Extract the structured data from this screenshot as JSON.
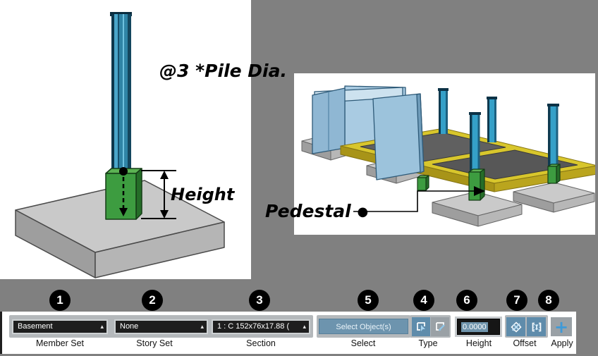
{
  "figures": {
    "pedestal_detail": {
      "pile_note": "@3 *Pile Dia.",
      "height_label": "Height"
    },
    "model_view": {
      "pedestal_label": "Pedestal",
      "bullet": "●"
    }
  },
  "toolbar": {
    "member_set": {
      "callout": "1",
      "value": "Basement",
      "label": "Member Set",
      "arrow": "▴"
    },
    "story_set": {
      "callout": "2",
      "value": "None",
      "label": "Story Set",
      "arrow": "▴"
    },
    "section": {
      "callout": "3",
      "value": "1 : C 152x76x17.88 (",
      "label": "Section",
      "arrow": "▴"
    },
    "select": {
      "callout": "5",
      "value": "Select Object(s)",
      "label": "Select"
    },
    "type": {
      "callout": "4",
      "label": "Type"
    },
    "height": {
      "callout": "6",
      "value": "0.0000",
      "label": "Height"
    },
    "offset": {
      "callout": "7",
      "label": "Offset"
    },
    "apply": {
      "callout": "8",
      "label": "Apply",
      "plus": "+"
    }
  },
  "colors": {
    "background": "#808080",
    "panel": "#ffffff",
    "select_button": "#6d94ae",
    "active_button": "#5f8cab",
    "pedestal_green": "#3d9c40",
    "column_blue": "#2f84a6",
    "beam_yellow": "#d8c62c",
    "footing_gray": "#c9c9c9",
    "callout_bg": "#000000"
  }
}
